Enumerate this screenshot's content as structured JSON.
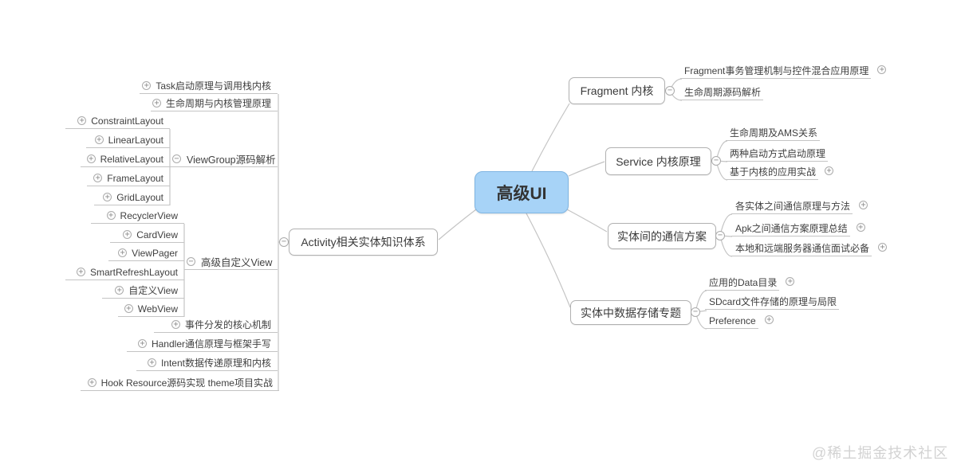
{
  "root": {
    "label": "高级UI"
  },
  "branches": {
    "activity": {
      "topic": "Activity相关实体知识体系",
      "children": {
        "task": "Task启动原理与调用栈内核",
        "lifecycle": "生命周期与内核管理原理",
        "viewgroup": {
          "topic": "ViewGroup源码解析",
          "children": [
            "ConstraintLayout",
            "LinearLayout",
            "RelativeLayout",
            "FrameLayout",
            "GridLayout"
          ]
        },
        "custom_view": {
          "topic": "高级自定义View",
          "children": [
            "RecyclerView",
            "CardView",
            "ViewPager",
            "SmartRefreshLayout",
            "自定义View",
            "WebView"
          ]
        },
        "event_dispatch": "事件分发的核心机制",
        "handler": "Handler通信原理与框架手写",
        "intent": "Intent数据传递原理和内核",
        "hook": "Hook Resource源码实现 theme项目实战"
      }
    },
    "fragment": {
      "topic": "Fragment 内核",
      "children": [
        "Fragment事务管理机制与控件混合应用原理",
        "生命周期源码解析"
      ]
    },
    "service": {
      "topic": "Service 内核原理",
      "children": [
        "生命周期及AMS关系",
        "两种启动方式启动原理",
        "基于内核的应用实战"
      ]
    },
    "communication": {
      "topic": "实体间的通信方案",
      "children": [
        "各实体之间通信原理与方法",
        "Apk之间通信方案原理总结",
        "本地和远端服务器通信面试必备"
      ]
    },
    "storage": {
      "topic": "实体中数据存储专题",
      "children": [
        "应用的Data目录",
        "SDcard文件存储的原理与局限",
        "Preference"
      ]
    }
  },
  "icons": {
    "expand": "+",
    "collapse": "−"
  },
  "colors": {
    "root_fill": "#a7d3f7",
    "root_border": "#7fb5e2",
    "box_border": "#b1b1b1",
    "line": "#c4c4c4",
    "text": "#3f3f3f",
    "watermark": "#d2d2d2"
  },
  "watermark": "@稀土掘金技术社区"
}
